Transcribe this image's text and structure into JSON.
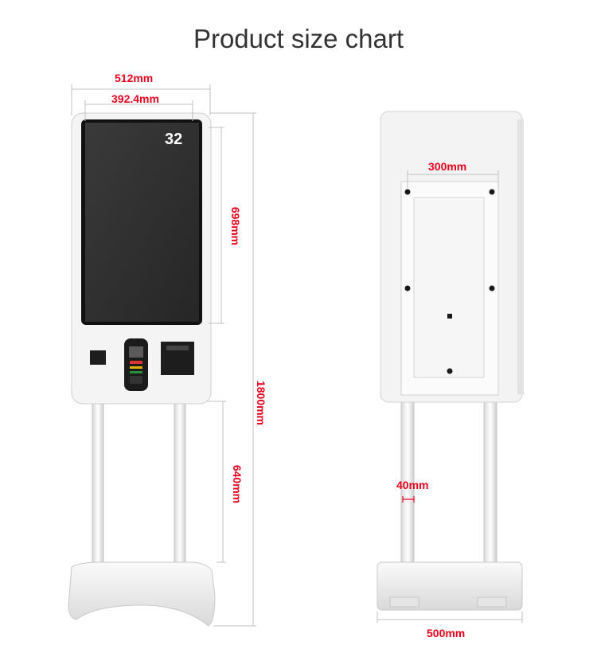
{
  "title": "Product size chart",
  "front": {
    "screen_number": "32",
    "width_total": "512mm",
    "width_screen": "392.4mm",
    "height_screen": "698mm",
    "height_total": "1800mm",
    "height_leg": "640mm"
  },
  "back": {
    "mount_width": "300mm",
    "pole_width": "40mm",
    "base_width": "500mm"
  },
  "colors": {
    "dimension": "#e8001c",
    "body": "#f2f2f2",
    "screen": "#2f2f2f"
  }
}
